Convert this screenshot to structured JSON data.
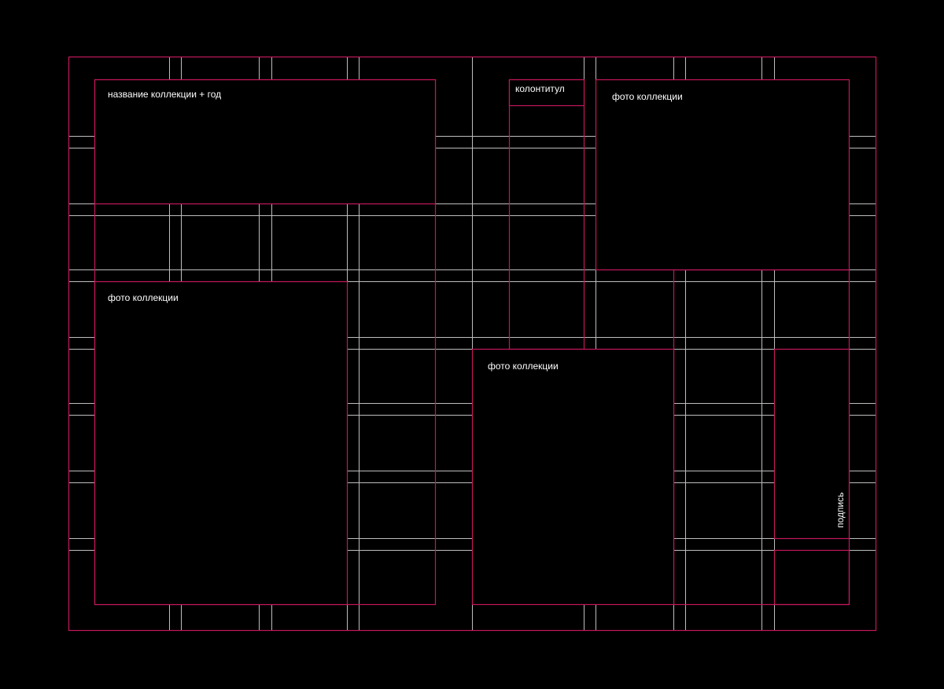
{
  "colors": {
    "background": "#000000",
    "grid": "#bdbdbd",
    "frame": "#c2185b",
    "label": "#ffffff"
  },
  "blocks": {
    "title": "название коллекции + год",
    "header": "колонтитул",
    "photo_top_right": "фото коллекции",
    "photo_left": "фото коллекции",
    "photo_center": "фото коллекции",
    "caption": "подпись"
  }
}
